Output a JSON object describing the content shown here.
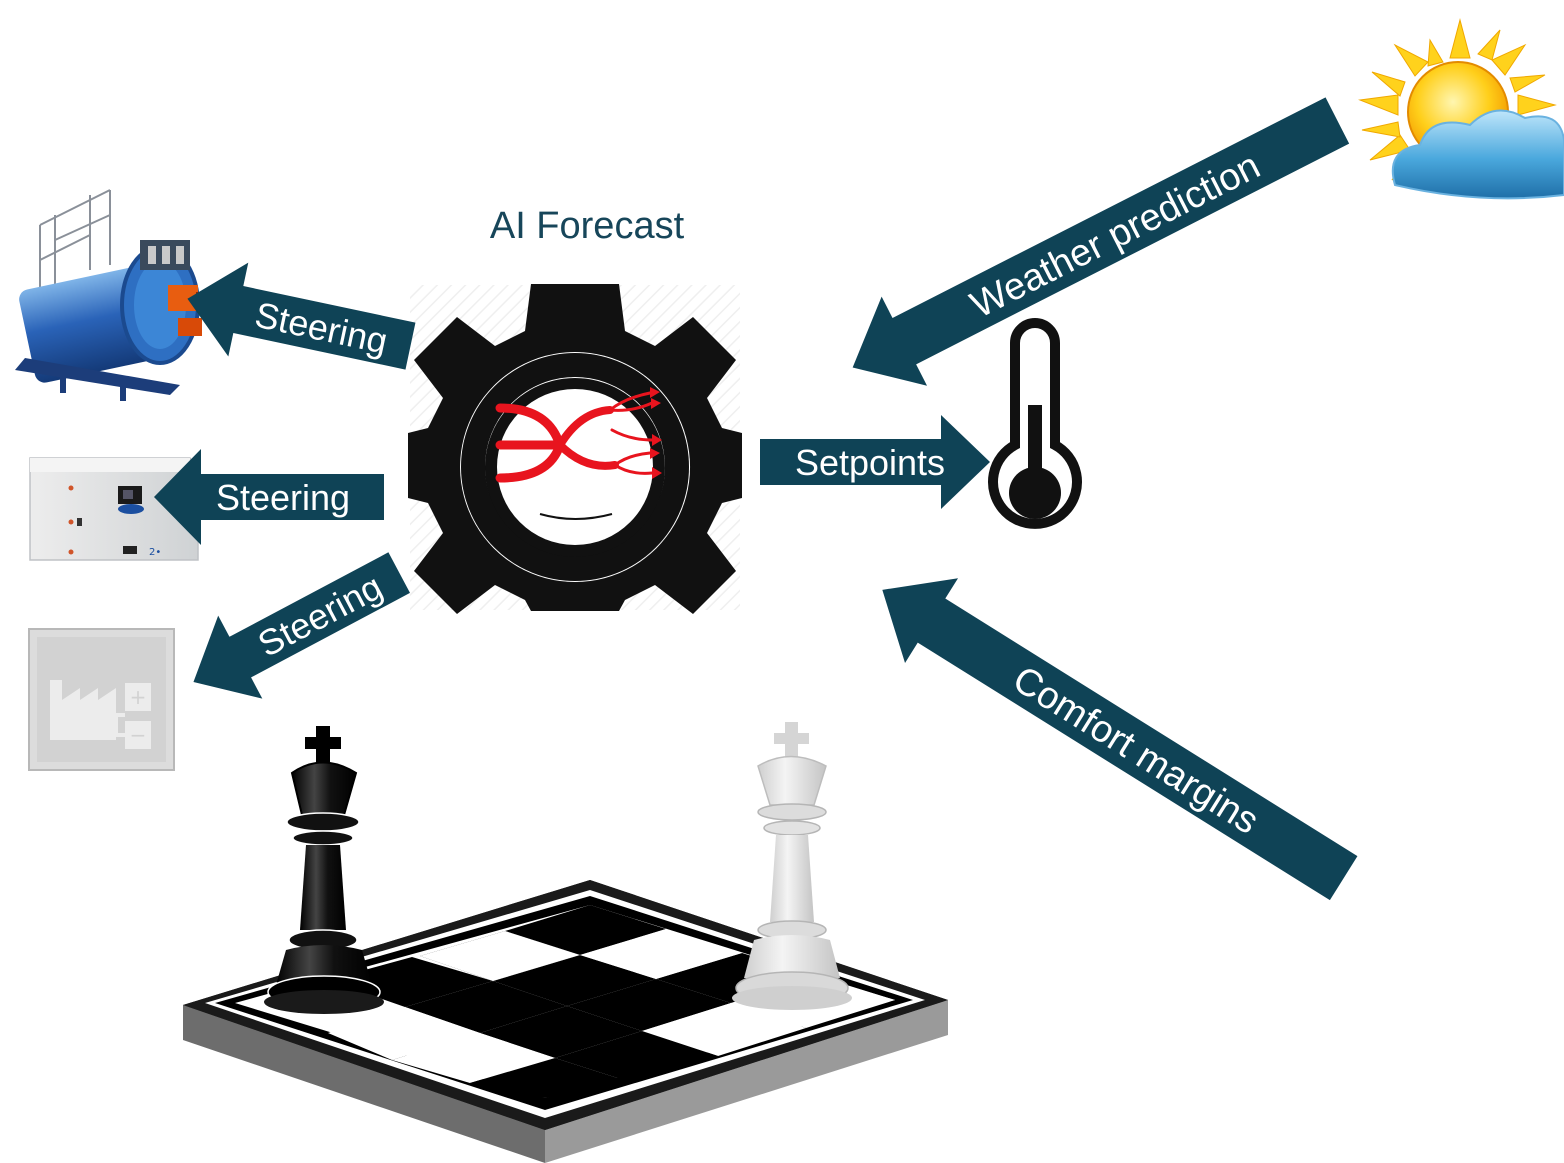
{
  "diagram": {
    "title": "AI Forecast",
    "arrows": {
      "steering_top": "Steering",
      "steering_mid": "Steering",
      "steering_bottom": "Steering",
      "setpoints": "Setpoints",
      "weather": "Weather prediction",
      "comfort": "Comfort margins"
    }
  },
  "colors": {
    "arrow_fill": "#0f4356",
    "title_text": "#17465a",
    "gear": "#111111",
    "accent_red": "#e8141e"
  },
  "icons": [
    "industrial-boiler-icon",
    "chiller-unit-icon",
    "factory-energy-icon",
    "gear-ai-icon",
    "thermometer-icon",
    "sun-cloud-icon",
    "chess-board-icon"
  ]
}
